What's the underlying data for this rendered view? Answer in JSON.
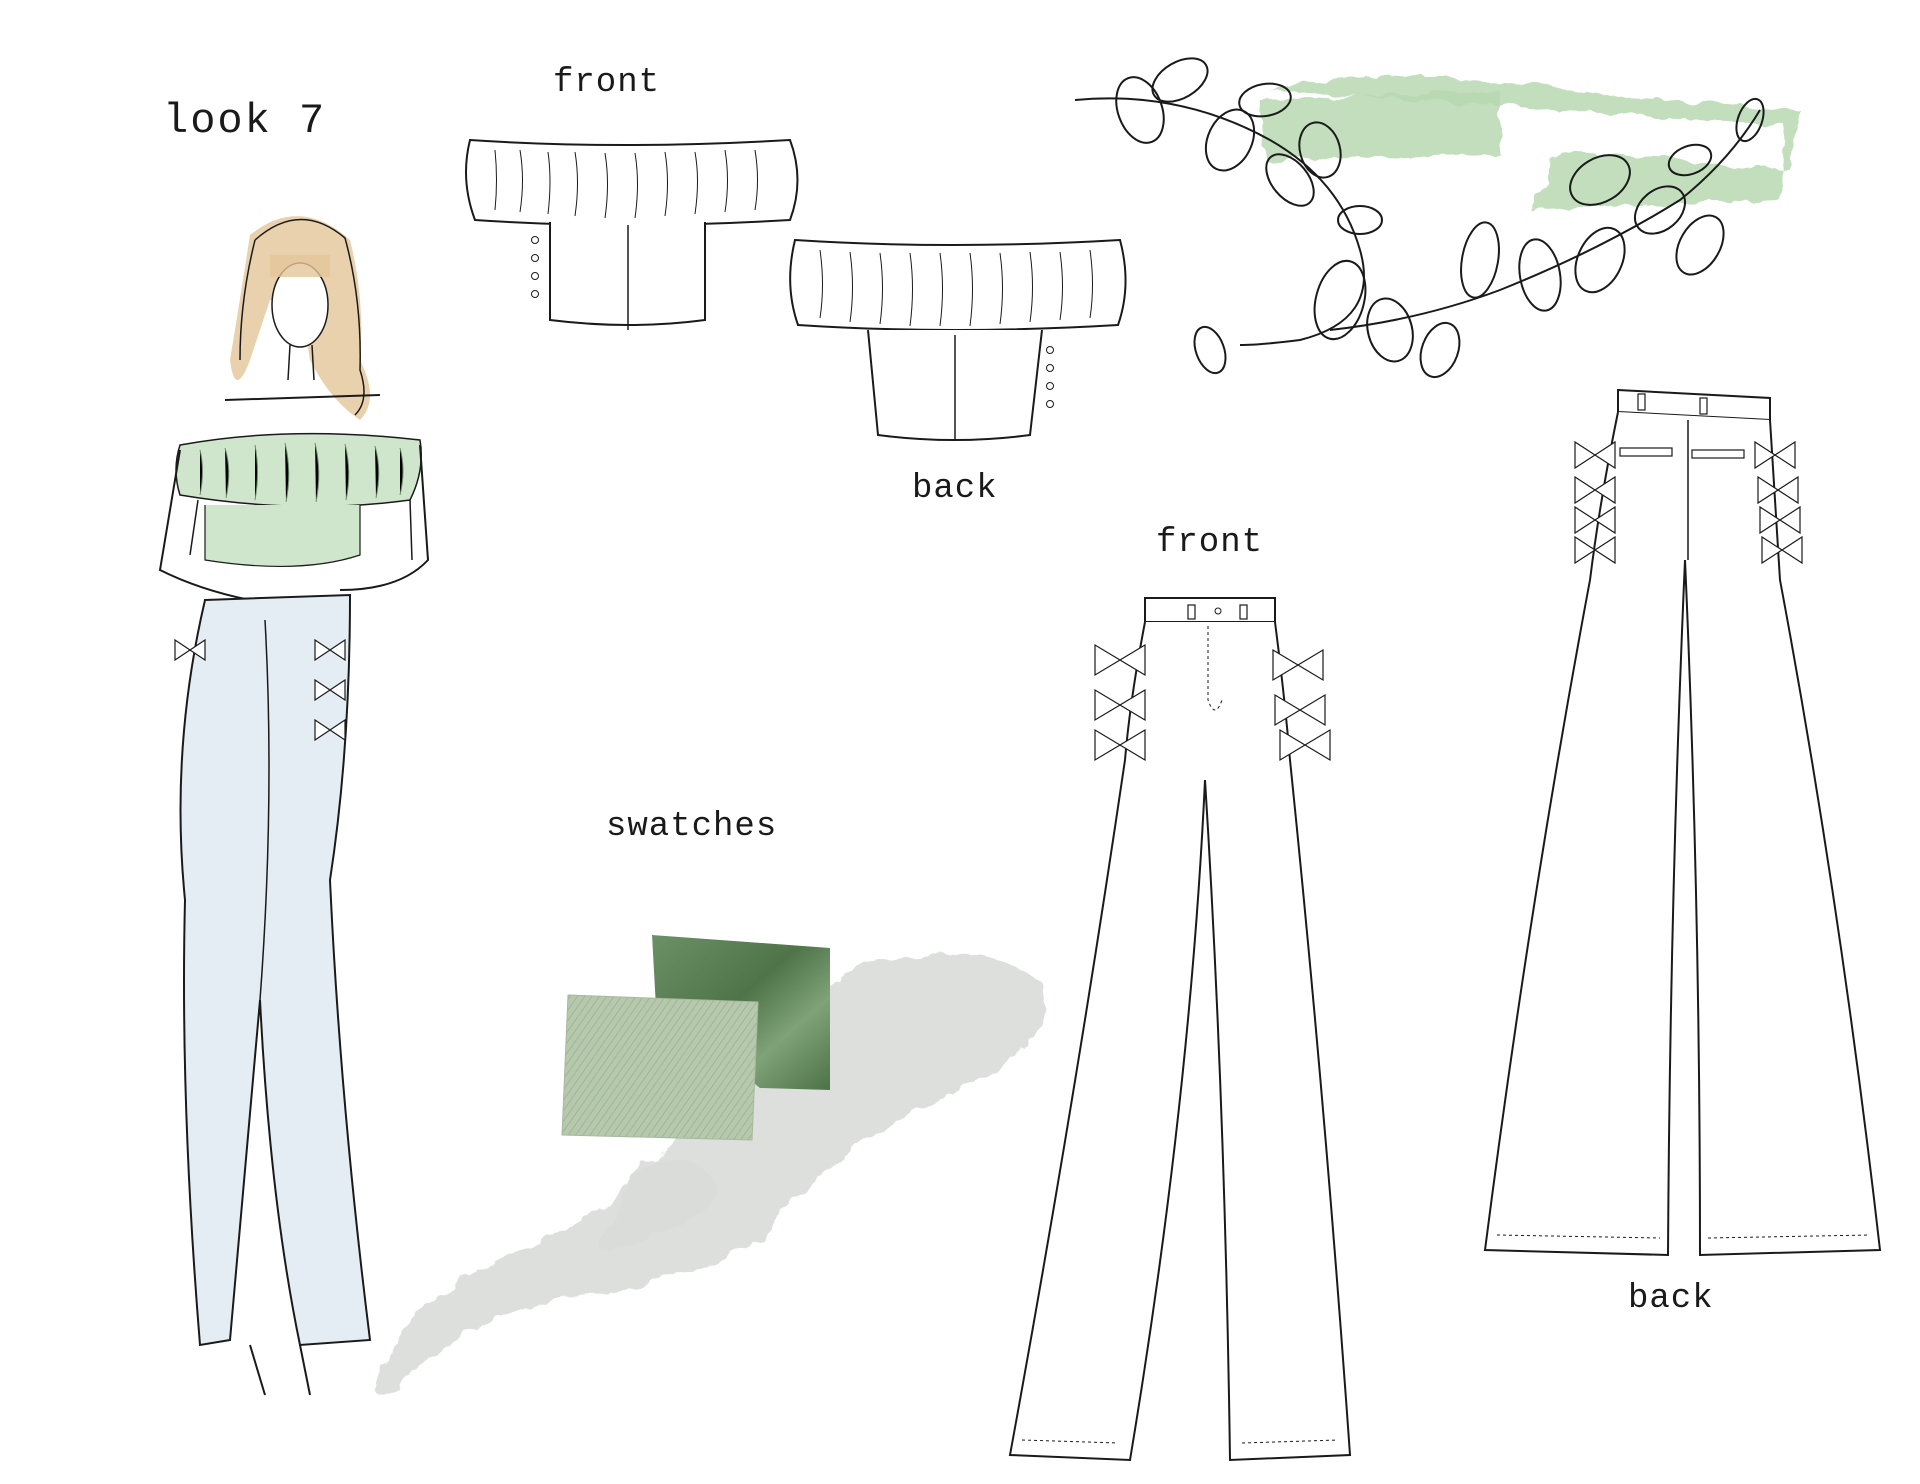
{
  "page": {
    "title": "look 7",
    "labels": {
      "top_front": "front",
      "top_back": "back",
      "pants_front": "front",
      "pants_back": "back",
      "swatches": "swatches"
    }
  },
  "colors": {
    "accent_green": "#b8d8b2",
    "top_green": "#cfe6cc",
    "pants_blue": "#e4edf4",
    "hair": "#e3c59a",
    "swatch_dark": "#5b7f56",
    "swatch_light": "#b6c9ad",
    "grey_smudge": "#d9dbd9",
    "line": "#1a1a1a"
  }
}
